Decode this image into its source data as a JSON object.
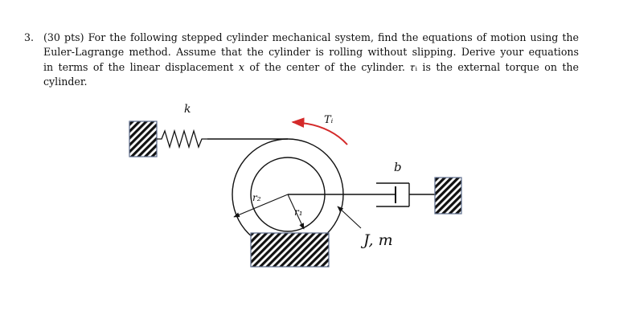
{
  "problem": {
    "number": "3.",
    "lines": [
      "(30 pts) For the following stepped cylinder mechanical system, find the equations of motion using the",
      "Euler-Lagrange method. Assume that the cylinder is rolling without slipping. Derive your equations",
      "in terms of the linear displacement 𝑥 of the center of the cylinder. 𝜏ᵢ is the external torque on the",
      "cylinder."
    ]
  },
  "figure": {
    "labels": {
      "spring": "k",
      "torque": "Tᵢ",
      "damper": "b",
      "inertia_mass": "J, m",
      "outer_radius": "r₂",
      "inner_radius": "r₁"
    },
    "colors": {
      "torque_arrow": "#d42a2a",
      "lines": "#111111",
      "hatch_border": "#5a6a8a"
    }
  }
}
